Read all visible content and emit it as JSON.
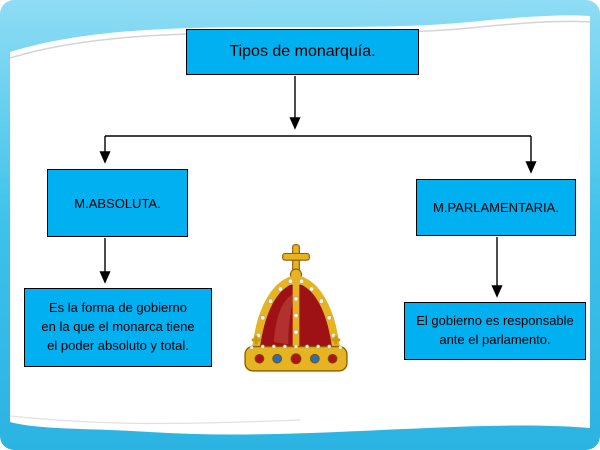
{
  "slide": {
    "title": "Tipos de monarquía.",
    "branches": [
      {
        "label": "M.ABSOLUTA.",
        "description": "Es la forma de gobierno\nen la que el monarca tiene\nel  poder absoluto y total."
      },
      {
        "label": "M.PARLAMENTARIA.",
        "description": "El gobierno es responsable\nante el  parlamento."
      }
    ],
    "icons": {
      "crown": "crown-icon"
    },
    "colors": {
      "box_fill": "#00b0f0",
      "box_border": "#000000",
      "frame_light": "#a6e6f8",
      "frame_dark": "#2bb8e6",
      "crown_gold": "#e6b422",
      "crown_red": "#9e1115"
    }
  }
}
